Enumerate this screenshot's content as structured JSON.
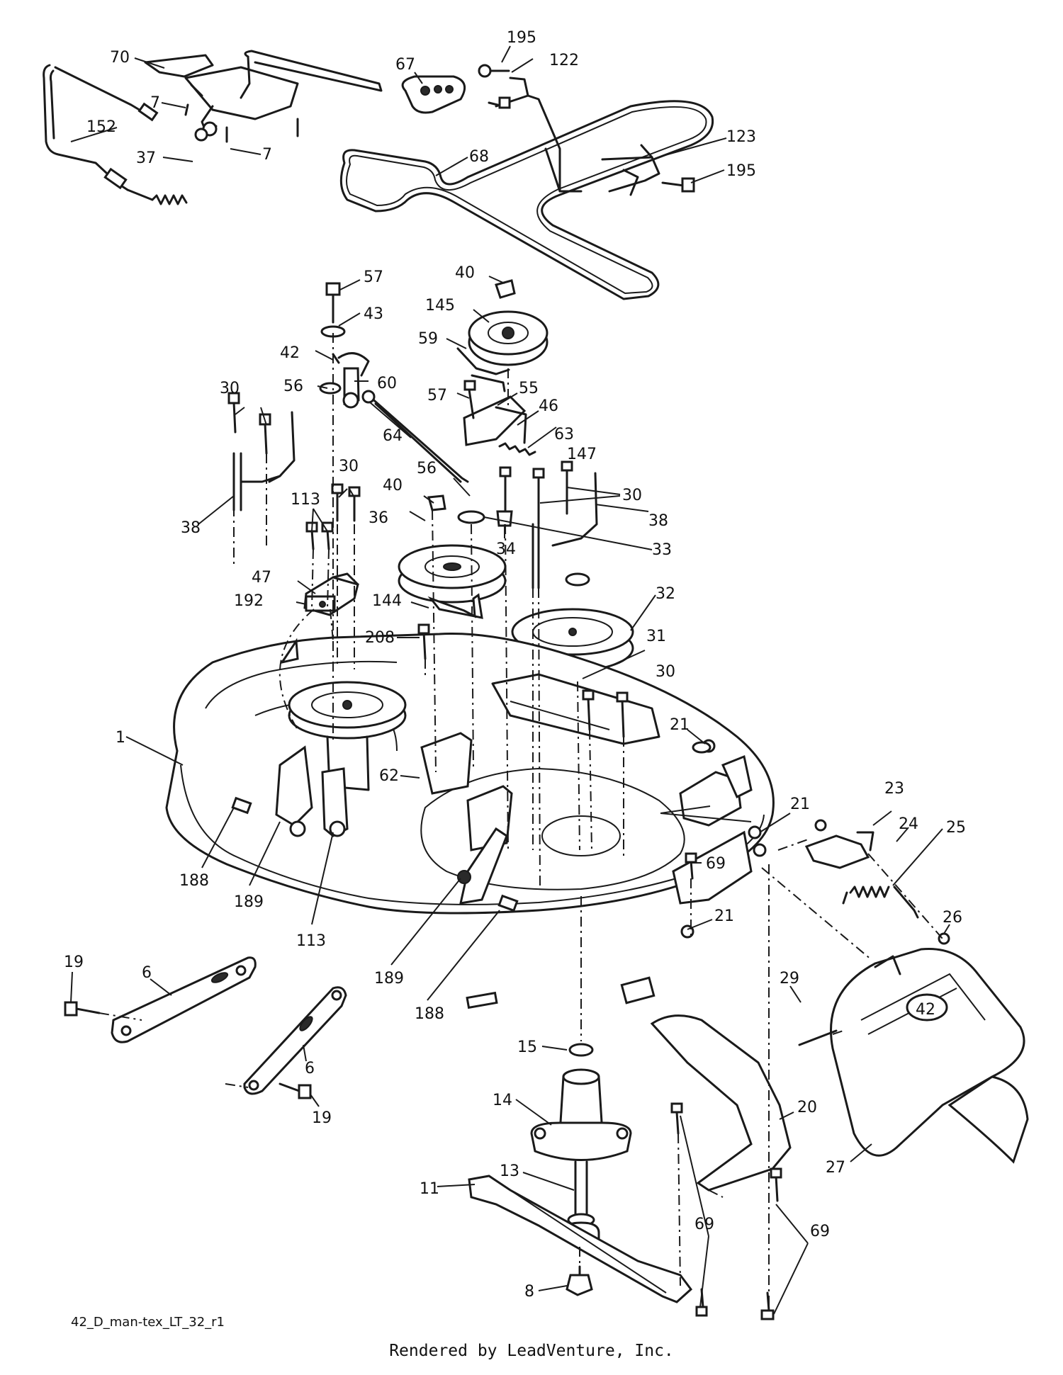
{
  "diagram_code": "42_D_man-tex_LT_32_r1",
  "credit": "Rendered by LeadVenture, Inc.",
  "deck_badge": "42",
  "labels": [
    {
      "id": "70",
      "text": "70"
    },
    {
      "id": "7a",
      "text": "7"
    },
    {
      "id": "7b",
      "text": "7"
    },
    {
      "id": "152",
      "text": "152"
    },
    {
      "id": "37",
      "text": "37"
    },
    {
      "id": "67",
      "text": "67"
    },
    {
      "id": "195a",
      "text": "195"
    },
    {
      "id": "122",
      "text": "122"
    },
    {
      "id": "68",
      "text": "68"
    },
    {
      "id": "123",
      "text": "123"
    },
    {
      "id": "195b",
      "text": "195"
    },
    {
      "id": "57a",
      "text": "57"
    },
    {
      "id": "43",
      "text": "43"
    },
    {
      "id": "42",
      "text": "42"
    },
    {
      "id": "56a",
      "text": "56"
    },
    {
      "id": "60",
      "text": "60"
    },
    {
      "id": "40a",
      "text": "40"
    },
    {
      "id": "145",
      "text": "145"
    },
    {
      "id": "59",
      "text": "59"
    },
    {
      "id": "57b",
      "text": "57"
    },
    {
      "id": "55",
      "text": "55"
    },
    {
      "id": "46",
      "text": "46"
    },
    {
      "id": "63",
      "text": "63"
    },
    {
      "id": "147",
      "text": "147"
    },
    {
      "id": "64",
      "text": "64"
    },
    {
      "id": "30a",
      "text": "30"
    },
    {
      "id": "30b",
      "text": "30"
    },
    {
      "id": "30c",
      "text": "30"
    },
    {
      "id": "30d",
      "text": "30"
    },
    {
      "id": "38a",
      "text": "38"
    },
    {
      "id": "38b",
      "text": "38"
    },
    {
      "id": "113a",
      "text": "113"
    },
    {
      "id": "56b",
      "text": "56"
    },
    {
      "id": "40b",
      "text": "40"
    },
    {
      "id": "36",
      "text": "36"
    },
    {
      "id": "34",
      "text": "34"
    },
    {
      "id": "33",
      "text": "33"
    },
    {
      "id": "32",
      "text": "32"
    },
    {
      "id": "31",
      "text": "31"
    },
    {
      "id": "47",
      "text": "47"
    },
    {
      "id": "192",
      "text": "192"
    },
    {
      "id": "144",
      "text": "144"
    },
    {
      "id": "208",
      "text": "208"
    },
    {
      "id": "1",
      "text": "1"
    },
    {
      "id": "21a",
      "text": "21"
    },
    {
      "id": "21b",
      "text": "21"
    },
    {
      "id": "21c",
      "text": "21"
    },
    {
      "id": "62",
      "text": "62"
    },
    {
      "id": "23",
      "text": "23"
    },
    {
      "id": "24",
      "text": "24"
    },
    {
      "id": "25",
      "text": "25"
    },
    {
      "id": "69a",
      "text": "69"
    },
    {
      "id": "188a",
      "text": "188"
    },
    {
      "id": "189a",
      "text": "189"
    },
    {
      "id": "113b",
      "text": "113"
    },
    {
      "id": "189b",
      "text": "189"
    },
    {
      "id": "188b",
      "text": "188"
    },
    {
      "id": "26",
      "text": "26"
    },
    {
      "id": "19a",
      "text": "19"
    },
    {
      "id": "6a",
      "text": "6"
    },
    {
      "id": "6b",
      "text": "6"
    },
    {
      "id": "19b",
      "text": "19"
    },
    {
      "id": "15",
      "text": "15"
    },
    {
      "id": "29",
      "text": "29"
    },
    {
      "id": "14",
      "text": "14"
    },
    {
      "id": "20",
      "text": "20"
    },
    {
      "id": "27",
      "text": "27"
    },
    {
      "id": "13",
      "text": "13"
    },
    {
      "id": "69b",
      "text": "69"
    },
    {
      "id": "69c",
      "text": "69"
    },
    {
      "id": "11",
      "text": "11"
    },
    {
      "id": "8",
      "text": "8"
    }
  ]
}
